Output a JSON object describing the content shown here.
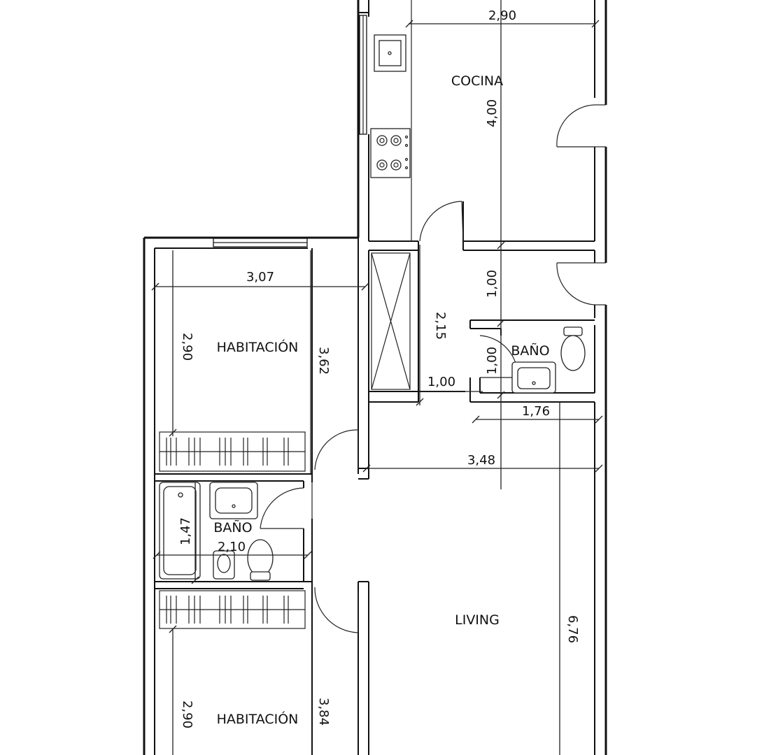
{
  "rooms": {
    "cocina": "COCINA",
    "habitacion_1": "HABITACIÓN",
    "habitacion_2": "HABITACIÓN",
    "bano_1": "BAÑO",
    "bano_2": "BAÑO",
    "living": "LIVING"
  },
  "dimensions": {
    "cocina_width": "2,90",
    "cocina_length": "4,00",
    "hab1_width": "3,07",
    "hab1_side": "2,90",
    "hab1_length": "3,62",
    "hall_length": "2,15",
    "hall_width": "1,00",
    "passage_length": "1,00",
    "bano1_length": "1,00",
    "bano1_width": "1,76",
    "living_width": "3,48",
    "bano2_length": "1,47",
    "bano2_width": "2,10",
    "living_length": "6,76",
    "hab2_side": "2,90",
    "hab2_length": "3,84"
  }
}
